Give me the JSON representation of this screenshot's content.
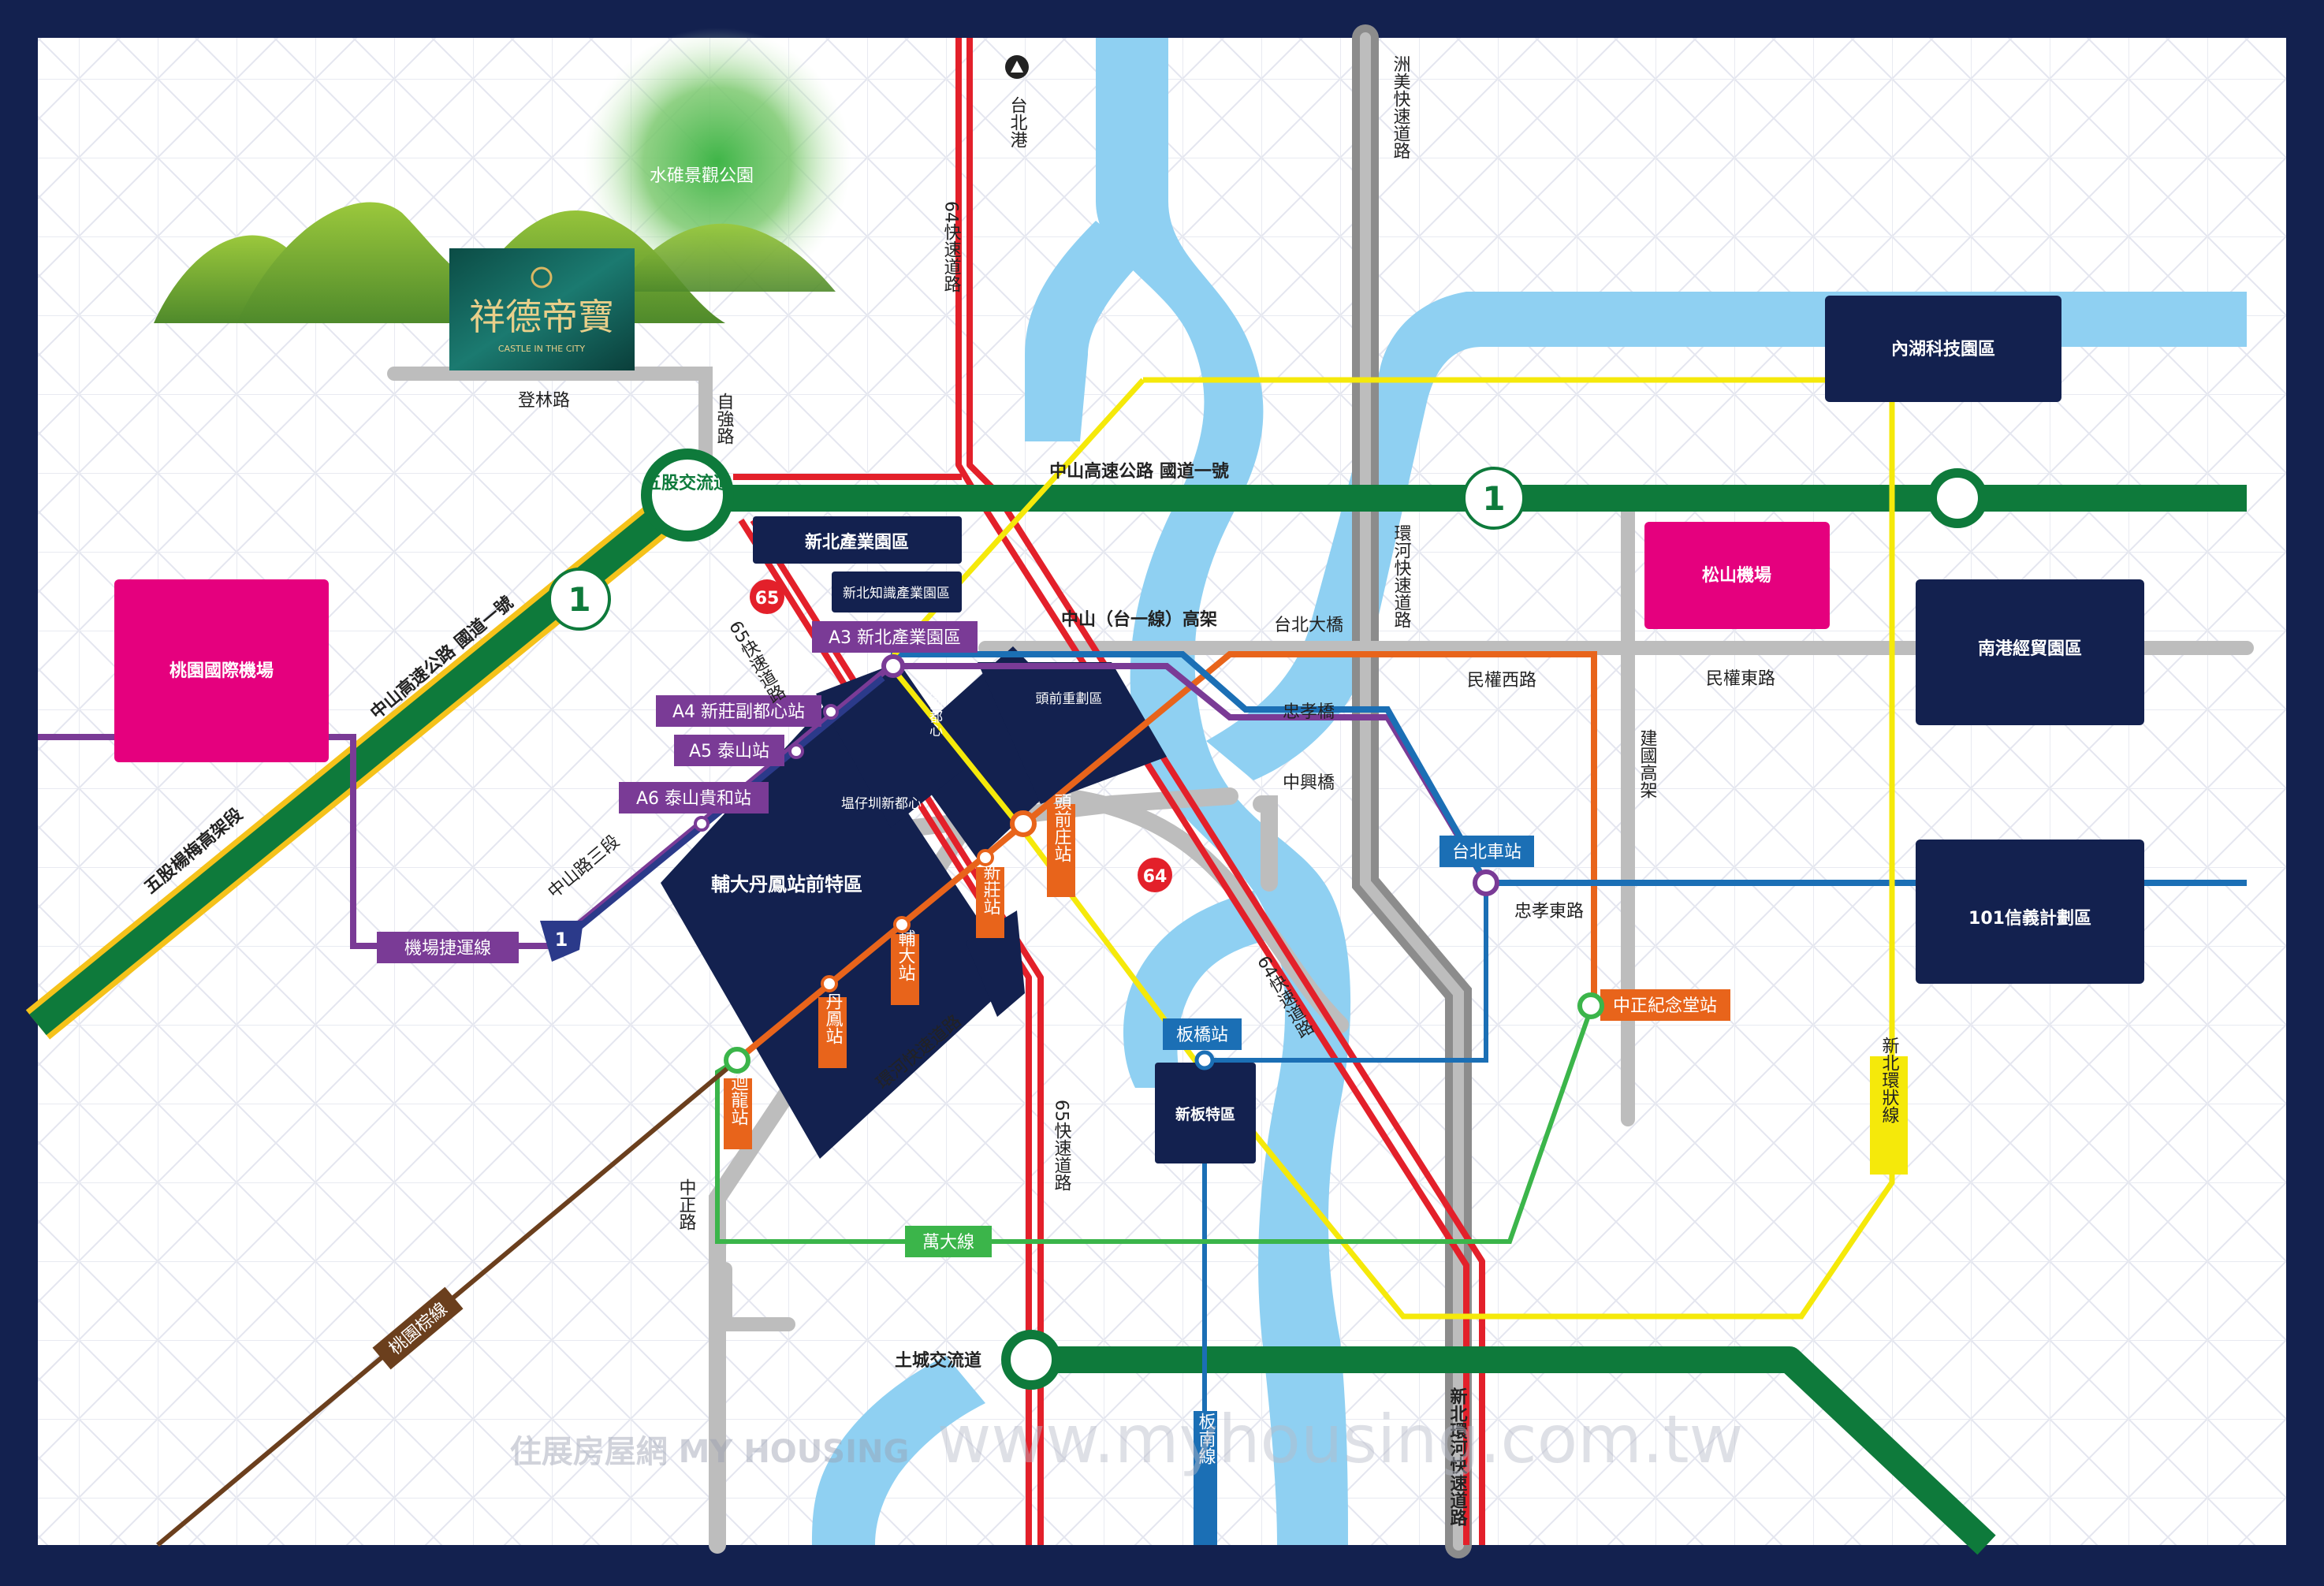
{
  "brand": {
    "project_name": "祥德帝寶",
    "project_tagline": "CASTLE IN THE CITY",
    "watermark_logo": "住展房屋網 MY HOUSING",
    "watermark_url": "www.myhousing.com.tw"
  },
  "park": {
    "label": "水碓景觀公園"
  },
  "roads": {
    "denglin": "登林路",
    "ziqiang": "自強路",
    "expressway64_top": "64快速道路",
    "taipei_port": "台北港",
    "zhoumei": "洲美快速道路",
    "freeway1_name": "中山高速公路 國道一號",
    "freeway1_diag": "中山高速公路 國道一號",
    "freeway1_shield": "1",
    "wugu_interchange": "五股交流道",
    "expressway65_label": "65快速道路",
    "shield_65": "65",
    "shield_64": "64",
    "zhongshan_elevated": "中山（台一線）高架",
    "taipei_bridge": "台北大橋",
    "huanhe_express": "環河快速道路",
    "minquan_west": "民權西路",
    "minquan_east": "民權東路",
    "jianguo_elevated": "建國高架",
    "zhongxiao_bridge": "忠孝橋",
    "zhongxing_bridge": "中興橋",
    "zhongxiao_east": "忠孝東路",
    "zhongshan_rd_3": "中山路三段",
    "shield_1_small": "1",
    "wugu_yangmei": "五股楊梅高架段",
    "huanhe_express_lower": "環河快速道路",
    "expressway65_lower": "65快速道路",
    "expressway64_lower": "64快速道路",
    "zhongzheng_rd": "中正路",
    "tucheng_interchange": "土城交流道",
    "xinbei_huanhe": "新北環河快速道路"
  },
  "districts": {
    "neihu": "內湖科技園區",
    "songshan_airport": "松山機場",
    "nangang": "南港經貿園區",
    "xinyi": "101信義計劃區",
    "taoyuan_airport": "桃園國際機場",
    "xinbei_industrial": "新北產業園區",
    "xinbei_knowledge": "新北知識產業園區",
    "xinzhuang_center": "新莊副都心",
    "touqian": "頭前重劃區",
    "tangzaipi": "塭仔圳新都心",
    "fuda": "輔大丹鳳站前特區",
    "banqiao_special": "新板特區"
  },
  "stations": {
    "a3": "A3 新北產業園區",
    "a4": "A4 新莊副都心站",
    "a5": "A5 泰山站",
    "a6": "A6 泰山貴和站",
    "airport_mrt": "機場捷運線",
    "taipei_main": "台北車站",
    "cks_memorial": "中正紀念堂站",
    "banqiao": "板橋站",
    "touqianzhuang": "頭前庄站",
    "xinzhuang": "新莊站",
    "fuda_st": "輔大站",
    "danfeng": "丹鳳站",
    "huilong": "迴龍站",
    "wanda_line": "萬大線",
    "bannan_line": "板南線",
    "circular_line": "新北環狀線",
    "taoyuan_brown": "桃園棕線"
  },
  "colors": {
    "frame": "#13214f",
    "navy": "#13214f",
    "green_freeway": "#0e7a3b",
    "red_express": "#e3202a",
    "grey_road": "#9a9a9a",
    "river": "#8fd0f2",
    "magenta": "#e5007e",
    "purple": "#7a3b96",
    "orange": "#e8641b",
    "yellow": "#f5e90a",
    "blue": "#1b6fb5",
    "light_green": "#3bb54a",
    "brown": "#6b3f1d"
  }
}
